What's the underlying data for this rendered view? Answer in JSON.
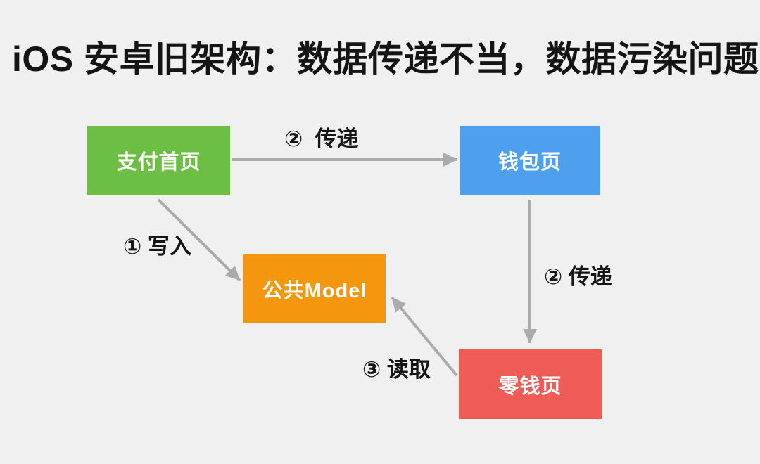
{
  "page": {
    "background": "#F0F0F1",
    "title": "iOS 安卓旧架构：数据传递不当，数据污染问题",
    "title_color": "#141414"
  },
  "diagram": {
    "arrow_color": "#ABABAB",
    "edge_label_color": "#151515",
    "node_label_color": "#FFFFFF",
    "nodes": [
      {
        "id": "payment-home",
        "label": "支付首页",
        "color": "#6DBE45"
      },
      {
        "id": "wallet-page",
        "label": "钱包页",
        "color": "#4EA0EF"
      },
      {
        "id": "shared-model",
        "label": "公共Model",
        "color": "#F5960F"
      },
      {
        "id": "change-page",
        "label": "零钱页",
        "color": "#EF5B55"
      }
    ],
    "edges": [
      {
        "id": "pass-top",
        "label": "②  传递",
        "from": "支付首页",
        "to": "钱包页"
      },
      {
        "id": "write",
        "label": "① 写入",
        "from": "支付首页",
        "to": "公共Model"
      },
      {
        "id": "pass-right",
        "label": "② 传递",
        "from": "钱包页",
        "to": "零钱页"
      },
      {
        "id": "read",
        "label": "③ 读取",
        "from": "零钱页",
        "to": "公共Model"
      }
    ]
  }
}
